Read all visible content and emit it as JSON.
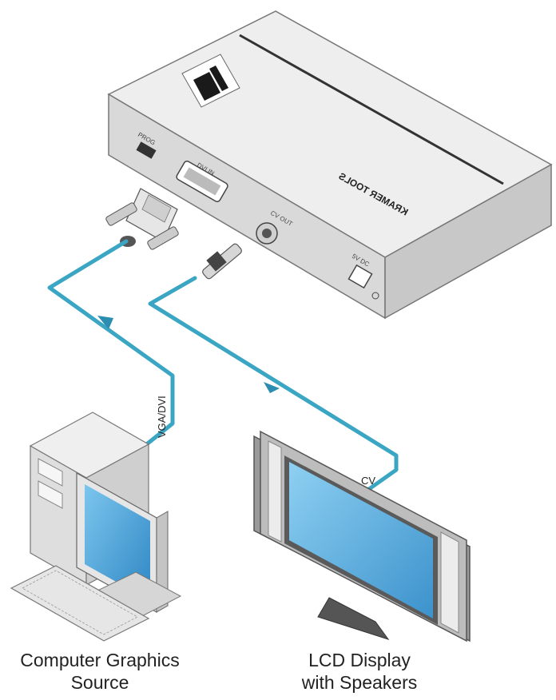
{
  "device": {
    "brand_text": "KRAMER TOOLS",
    "ports": {
      "prog_label": "PROG",
      "vga_dvi_in_label": "DVI IN",
      "cv_out_label": "CV OUT",
      "power_label": "5V DC"
    }
  },
  "cables": {
    "input_label": "VGA/DVI",
    "output_label": "CV",
    "color": "#3aa6c4"
  },
  "captions": {
    "source_line1": "Computer Graphics",
    "source_line2": "Source",
    "display_line1": "LCD Display",
    "display_line2": "with Speakers"
  },
  "colors": {
    "screen": "#3e9fd6",
    "device_top": "#eeeeee",
    "device_side": "#d8d8d8"
  }
}
